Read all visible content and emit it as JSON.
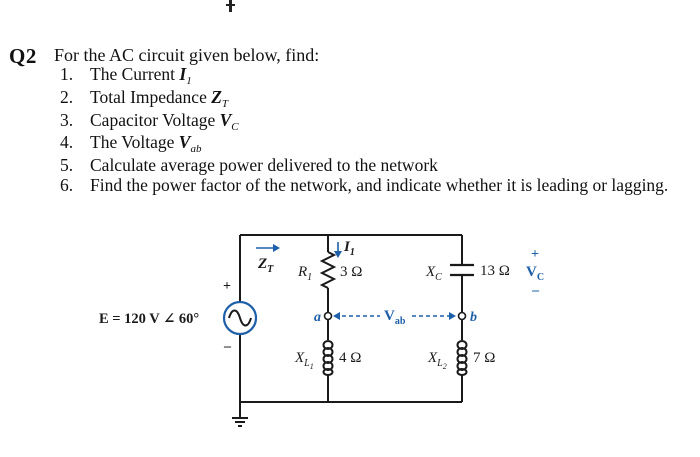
{
  "question": {
    "label": "Q2",
    "intro": "For the AC circuit given below, find:",
    "items": [
      {
        "num": "1.",
        "text": "The Current ",
        "var": "I",
        "sub": "1",
        "rest": ""
      },
      {
        "num": "2.",
        "text": "Total Impedance ",
        "var": "Z",
        "sub": "T",
        "rest": ""
      },
      {
        "num": "3.",
        "text": "Capacitor Voltage ",
        "var": "V",
        "sub": "C",
        "rest": ""
      },
      {
        "num": "4.",
        "text": "The Voltage ",
        "var": "V",
        "sub": "ab",
        "rest": ""
      },
      {
        "num": "5.",
        "text": "Calculate average power delivered to the network",
        "var": "",
        "sub": "",
        "rest": ""
      },
      {
        "num": "6.",
        "text": "Find the power factor of the network, and indicate whether it is leading or lagging.",
        "var": "",
        "sub": "",
        "rest": ""
      }
    ]
  },
  "circuit": {
    "source_label": "E = 120 V ∠ 60°",
    "zt_label": "Z",
    "zt_sub": "T",
    "i1_label": "I",
    "i1_sub": "1",
    "r1_label": "R",
    "r1_sub": "1",
    "r1_value": "3 Ω",
    "xc_label": "X",
    "xc_sub": "C",
    "xc_value": "13 Ω",
    "vc_label": "V",
    "vc_sub": "C",
    "xl1_label": "X",
    "xl1_sub": "L",
    "xl1_subsub": "1",
    "xl1_value": "4 Ω",
    "xl2_label": "X",
    "xl2_sub": "L",
    "xl2_subsub": "2",
    "xl2_value": "7 Ω",
    "node_a": "a",
    "node_b": "b",
    "vab_label": "V",
    "vab_sub": "ab",
    "plus": "+",
    "minus": "–",
    "colors": {
      "wire": "#1a1a1a",
      "accent": "#1d5fa8",
      "source": "#1d5fa8"
    }
  }
}
